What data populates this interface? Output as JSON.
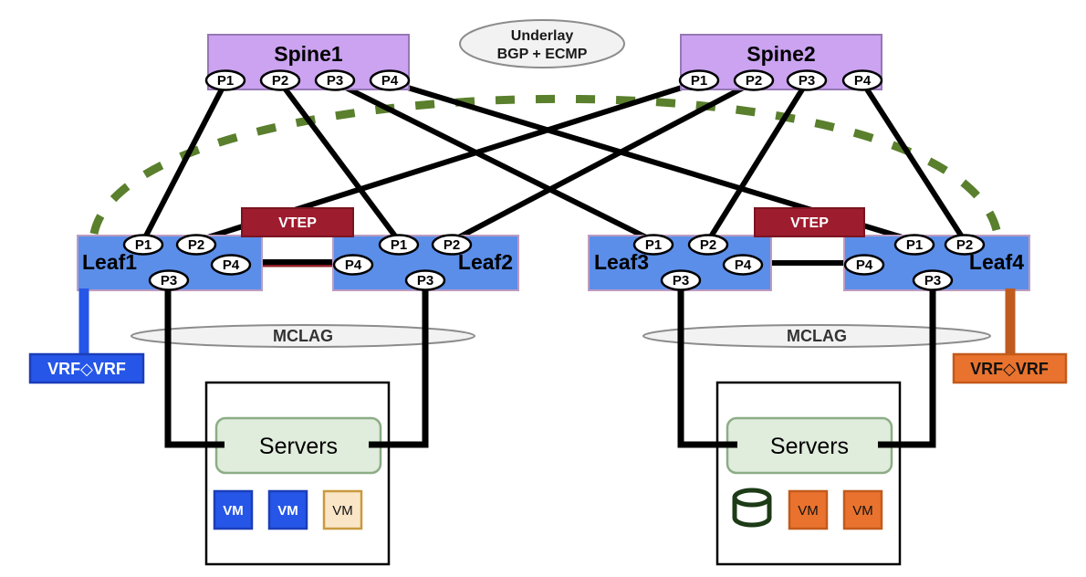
{
  "underlay": {
    "line1": "Underlay",
    "line2": "BGP + ECMP"
  },
  "spines": [
    {
      "label": "Spine1",
      "ports": [
        "P1",
        "P2",
        "P3",
        "P4"
      ]
    },
    {
      "label": "Spine2",
      "ports": [
        "P1",
        "P2",
        "P3",
        "P4"
      ]
    }
  ],
  "leaves": [
    {
      "label": "Leaf1",
      "ports": [
        "P1",
        "P2",
        "P3",
        "P4"
      ]
    },
    {
      "label": "Leaf2",
      "ports": [
        "P1",
        "P2",
        "P3",
        "P4"
      ]
    },
    {
      "label": "Leaf3",
      "ports": [
        "P1",
        "P2",
        "P3",
        "P4"
      ]
    },
    {
      "label": "Leaf4",
      "ports": [
        "P1",
        "P2",
        "P3",
        "P4"
      ]
    }
  ],
  "labels": {
    "vtep": "VTEP",
    "mclag": "MCLAG",
    "servers": "Servers",
    "vm": "VM",
    "vrf_left": "VRF◇VRF",
    "vrf_right": "VRF◇VRF"
  },
  "colors": {
    "spine_fill": "#cba3f1",
    "spine_border": "#9678b4",
    "leaf_fill": "#5b8ee9",
    "leaf_border": "#bd9cbf",
    "vtep_fill": "#9d1c2e",
    "link_black": "#000000",
    "peer_link_red": "#8f1d26",
    "tunnel_green": "#5a7f2d",
    "vrf_blue_fill": "#2656e8",
    "vrf_blue_border": "#1b3eb8",
    "vrf_orange_fill": "#e9732e",
    "vrf_orange_border": "#c35a1b",
    "orange_connector": "#bf5b1f",
    "vm_tan_fill": "#fae5c7",
    "vm_tan_border": "#c99a3f",
    "servers_fill": "#e0ecdc",
    "servers_border": "#8cad86",
    "ellipse_fill": "#f2f2f2",
    "db_green": "#1c3b16"
  }
}
